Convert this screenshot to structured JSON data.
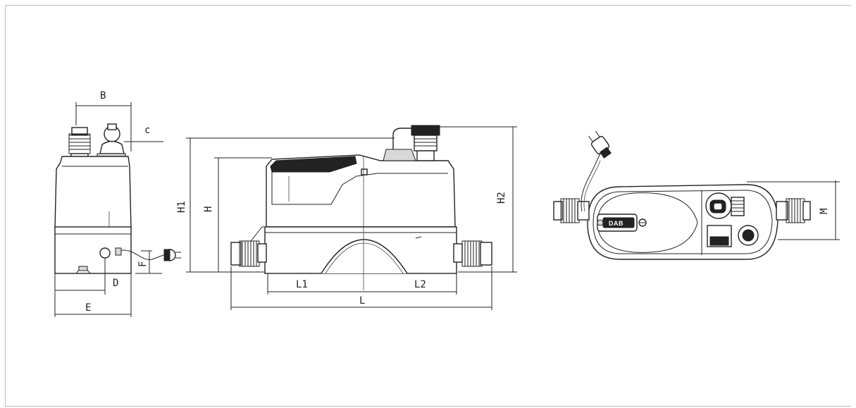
{
  "diagram": {
    "logo_text": "DAB",
    "dimension_labels": {
      "B": "B",
      "c": "c",
      "F": "F",
      "D": "D",
      "E": "E",
      "H1": "H1",
      "H": "H",
      "L1": "L1",
      "L2": "L2",
      "L": "L",
      "H2": "H2",
      "M": "M"
    }
  }
}
